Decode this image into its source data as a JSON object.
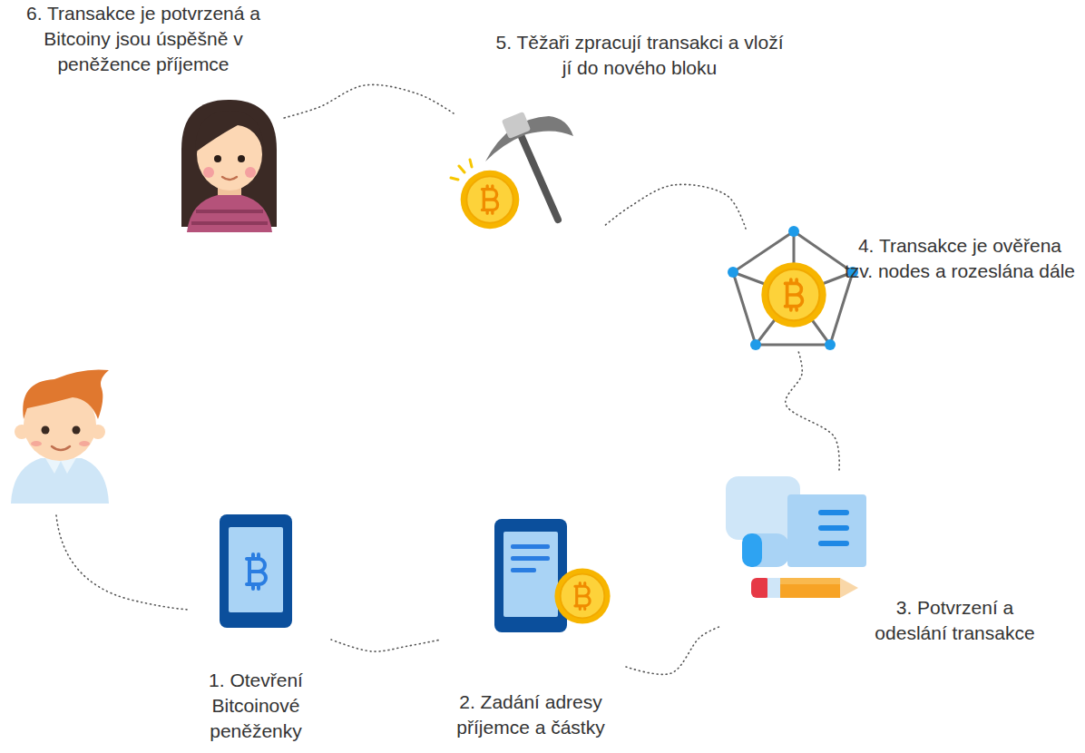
{
  "diagram": {
    "nodes": [
      {
        "text": [
          "1. Otevření Bitcoinové peněženky"
        ]
      },
      {
        "text": [
          "2. Zadání adresy příjemce a částky"
        ]
      },
      {
        "text": [
          "3. Potvrzení a odeslání transakce"
        ]
      },
      {
        "text": [
          "4. Transakce je ověřena tzv. nodes a rozeslána dále"
        ]
      },
      {
        "text": [
          "5. Těžaři zpracují transakci a vloží jí do nového bloku"
        ]
      },
      {
        "text": [
          "6. Transakce je potvrzená a Bitcoiny jsou úspěšně v peněžence příjemce"
        ]
      }
    ],
    "edges": [
      {
        "from": 0,
        "to": 1,
        "arrow": "none"
      },
      {
        "from": 1,
        "to": 2,
        "arrow": "none"
      },
      {
        "from": 2,
        "to": 3,
        "arrow": "none"
      },
      {
        "from": 3,
        "to": 4,
        "arrow": "none"
      },
      {
        "from": 4,
        "to": 5,
        "arrow": "none"
      }
    ]
  }
}
